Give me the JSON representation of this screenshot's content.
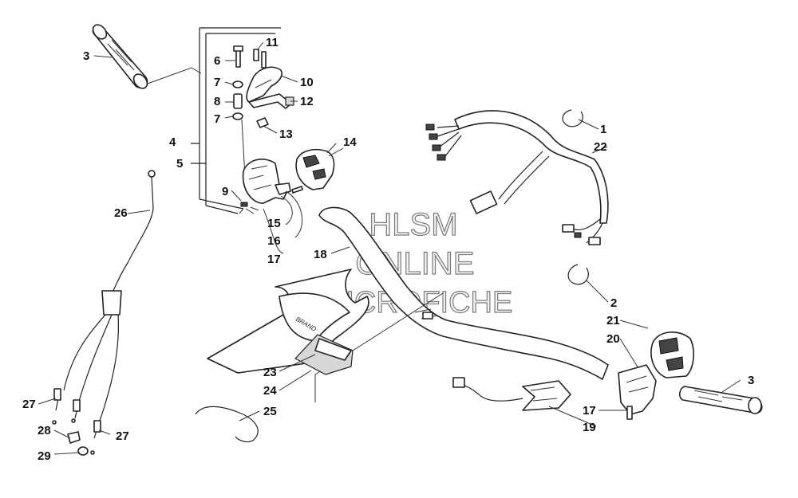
{
  "watermark": {
    "line1": "HLSM",
    "line2": "ONLINE",
    "line3": "MICROFICHE"
  },
  "callouts": {
    "c1": "1",
    "c2": "2",
    "c3a": "3",
    "c3b": "3",
    "c4": "4",
    "c5": "5",
    "c6": "6",
    "c7a": "7",
    "c7b": "7",
    "c8": "8",
    "c9": "9",
    "c10": "10",
    "c11": "11",
    "c12": "12",
    "c13": "13",
    "c14": "14",
    "c15": "15",
    "c16": "16",
    "c17a": "17",
    "c17b": "17",
    "c18": "18",
    "c19": "19",
    "c20": "20",
    "c21": "21",
    "c22": "22",
    "c23": "23",
    "c24": "24",
    "c25": "25",
    "c26": "26",
    "c27a": "27",
    "c27b": "27",
    "c28": "28",
    "c29": "29"
  },
  "pad_logo_text": "BRAND"
}
